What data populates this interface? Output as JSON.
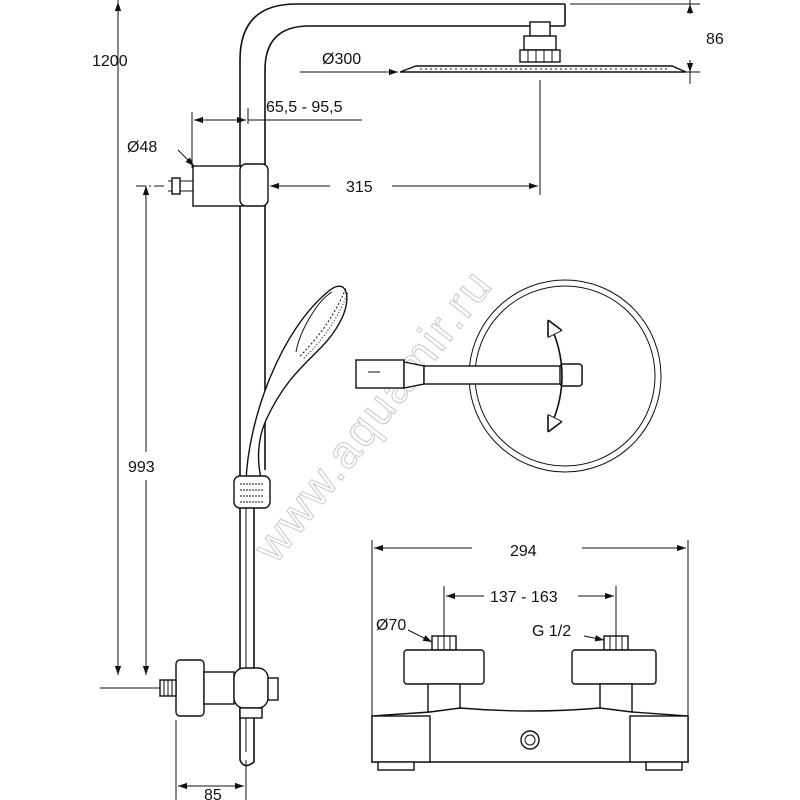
{
  "dimensions": {
    "height_total": "1200",
    "head_height": "86",
    "head_diameter": "Ø300",
    "arm_adjust": "65,5 - 95,5",
    "bracket_diameter": "Ø48",
    "arm_length": "315",
    "rail_height": "993",
    "mixer_offset": "85",
    "mixer_width": "294",
    "inlet_spacing": "137 - 163",
    "escutcheon_diameter": "Ø70",
    "thread": "G 1/2"
  },
  "watermark": "www.aquamir.ru"
}
